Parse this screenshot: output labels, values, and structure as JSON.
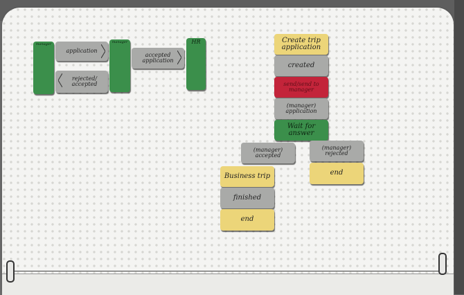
{
  "left_diagram": {
    "manager_1": "manager",
    "manager_2": "manager",
    "hr": "HR",
    "application": "application",
    "rejected_accepted": "rejected/ accepted",
    "accepted_application": "accepted application"
  },
  "flow": {
    "create_trip": "Create trip application",
    "created": "created",
    "send_to_manager": "send/send to manager",
    "manager_application": "(manager) application",
    "wait_for_answer": "Wait for answer",
    "manager_accepted": "(manager) accepted",
    "manager_rejected": "(manager) rejected",
    "business_trip": "Business trip",
    "finished": "finished",
    "end_left": "end",
    "end_right": "end"
  },
  "colors": {
    "yellow": "#ecd579",
    "gray": "#a9aaa8",
    "green": "#3b8f4b",
    "red": "#c3243a",
    "board": "#f4f4f2"
  }
}
